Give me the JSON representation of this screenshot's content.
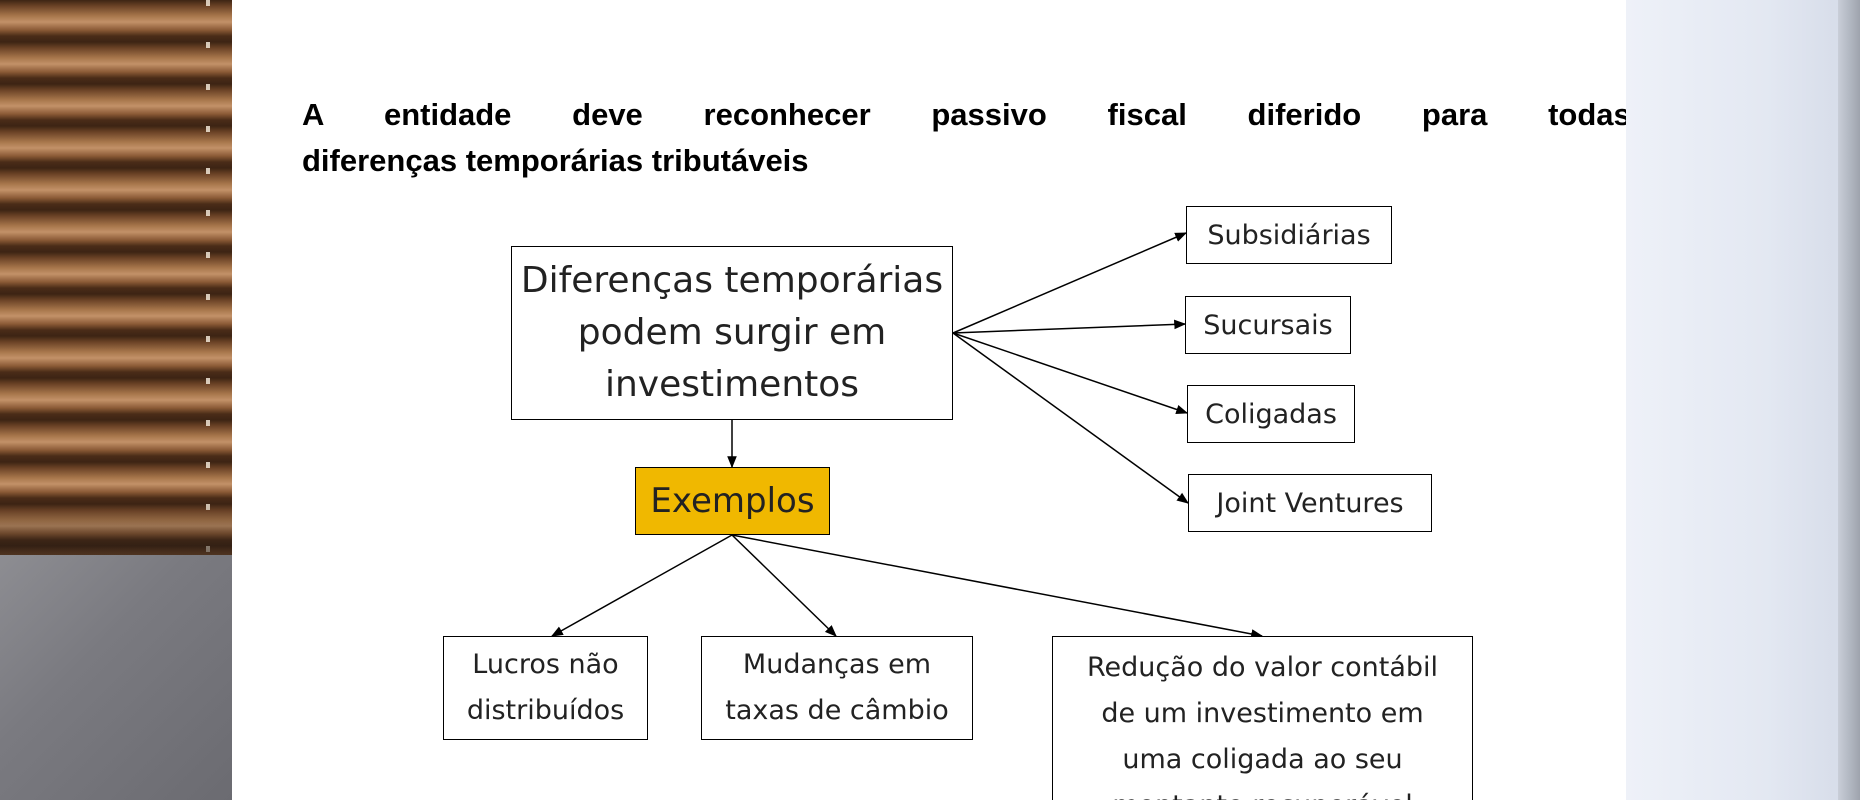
{
  "slide": {
    "title_line1": "A entidade deve reconhecer passivo fiscal diferido para todas as",
    "title_line2": "diferenças temporárias tributáveis"
  },
  "diagram": {
    "root": "Diferenças temporárias\npodem surgir em\ninvestimentos",
    "examples_label": "Exemplos",
    "investment_types": [
      "Subsidiárias",
      "Sucursais",
      "Coligadas",
      "Joint Ventures"
    ],
    "examples": [
      "Lucros não\ndistribuídos",
      "Mudanças em\ntaxas de câmbio",
      "Redução do valor contábil\nde um investimento em\numa coligada ao seu\nmontante recuperável"
    ]
  },
  "colors": {
    "highlight": "#f0b800",
    "slide_background": "#ffffff",
    "line": "#000000"
  }
}
